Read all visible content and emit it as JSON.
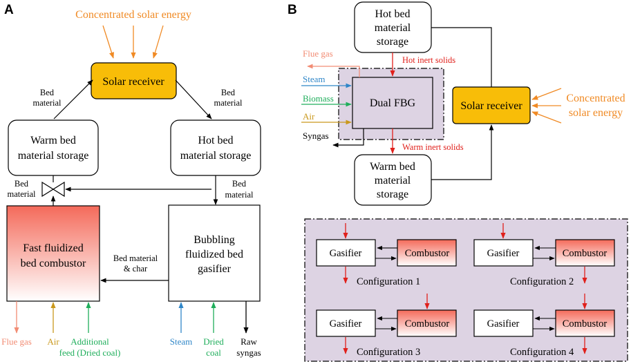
{
  "colors": {
    "orange": "#f08a24",
    "solar_fill": "#f8bd08",
    "red": "#e0201b",
    "salmon": "#f28c74",
    "blue": "#2f86c8",
    "green": "#1fae5b",
    "gold": "#c9981c",
    "purple_bg": "#ddd3e3"
  },
  "panel_a": {
    "letter": "A",
    "concentrated_solar": "Concentrated solar energy",
    "solar_receiver": "Solar receiver",
    "bed_material_left": [
      "Bed",
      "material"
    ],
    "bed_material_right": [
      "Bed",
      "material"
    ],
    "warm_storage": [
      "Warm bed",
      "material storage"
    ],
    "hot_storage": [
      "Hot bed",
      "material storage"
    ],
    "bed_material_valve": [
      "Bed",
      "material"
    ],
    "bed_material_to_gasifier": [
      "Bed",
      "material"
    ],
    "combustor": [
      "Fast fluidized",
      "bed combustor"
    ],
    "gasifier": [
      "Bubbling",
      "fluidized bed",
      "gasifier"
    ],
    "bed_char": [
      "Bed material",
      "& char"
    ],
    "flue_gas": "Flue gas",
    "air": "Air",
    "additional_feed": [
      "Additional",
      "feed (Dried coal)"
    ],
    "steam": "Steam",
    "dried_coal": [
      "Dried",
      "coal"
    ],
    "raw_syngas": [
      "Raw",
      "syngas"
    ]
  },
  "panel_b": {
    "letter": "B",
    "hot_storage": [
      "Hot bed",
      "material",
      "storage"
    ],
    "warm_storage": [
      "Warm bed",
      "material",
      "storage"
    ],
    "hot_inert": "Hot inert solids",
    "warm_inert": "Warm inert solids",
    "flue_gas": "Flue gas",
    "steam": "Steam",
    "biomass": "Biomass",
    "air": "Air",
    "syngas": "Syngas",
    "dual_fbg": "Dual FBG",
    "solar_receiver": "Solar receiver",
    "concentrated_solar": [
      "Concentrated",
      "solar energy"
    ],
    "configs": [
      {
        "gasifier": "Gasifier",
        "combustor": "Combustor",
        "label": "Configuration 1"
      },
      {
        "gasifier": "Gasifier",
        "combustor": "Combustor",
        "label": "Configuration 2"
      },
      {
        "gasifier": "Gasifier",
        "combustor": "Combustor",
        "label": "Configuration 3"
      },
      {
        "gasifier": "Gasifier",
        "combustor": "Combustor",
        "label": "Configuration 4"
      }
    ]
  }
}
